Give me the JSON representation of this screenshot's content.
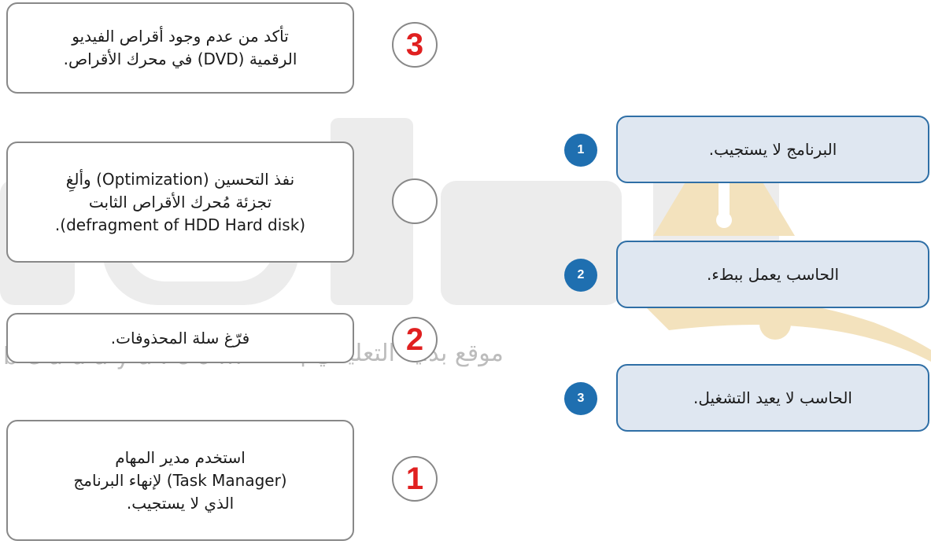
{
  "watermark": {
    "url": "beadaya.com",
    "arabic": "موقع بداية التعليمي |"
  },
  "solutions": [
    {
      "text": "تأكد من عدم وجود أقراص الفيديو\nالرقمية (DVD) في محرك الأقراص.",
      "answer": "3"
    },
    {
      "text": "نفذ التحسين (Optimization) وألغِ\nتجزئة مُحرك الأقراص الثابت\n(defragment of HDD Hard disk).",
      "answer": ""
    },
    {
      "text": "فرّغ سلة المحذوفات.",
      "answer": "2"
    },
    {
      "text": "استخدم مدير المهام\n(Task Manager) لإنهاء البرنامج\nالذي لا يستجيب.",
      "answer": "1"
    }
  ],
  "problems": [
    {
      "number": "1",
      "text": "البرنامج لا يستجيب."
    },
    {
      "number": "2",
      "text": "الحاسب يعمل ببطء."
    },
    {
      "number": "3",
      "text": "الحاسب لا يعيد التشغيل."
    }
  ],
  "colors": {
    "answer": "#e02020",
    "badge": "#1f6fb0",
    "problem_fill": "#dfe7f1"
  }
}
